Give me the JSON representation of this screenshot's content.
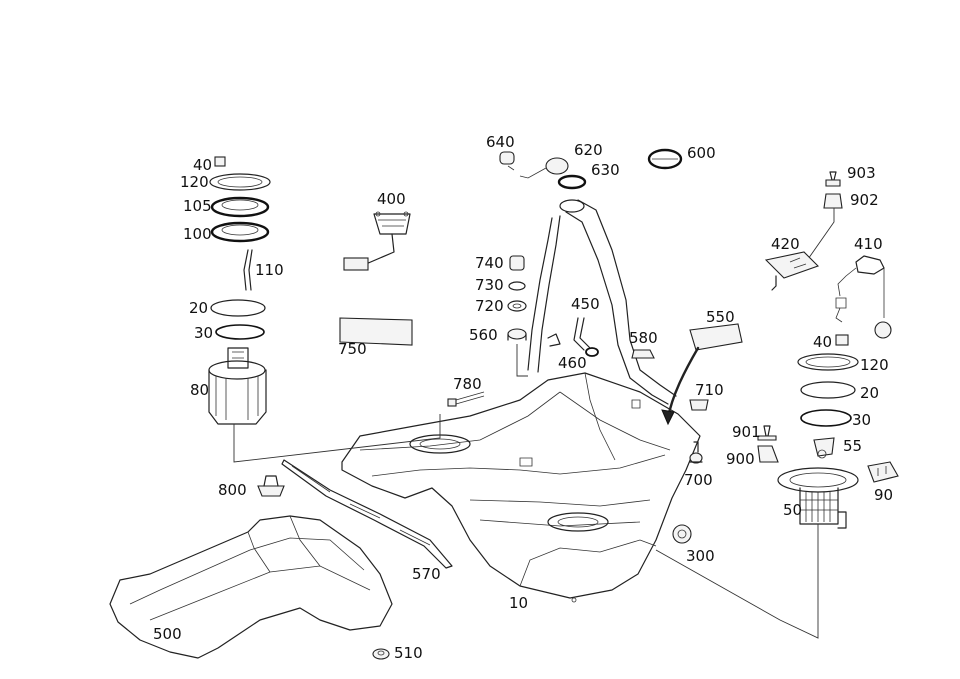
{
  "part_labels": {
    "p10": "10",
    "p20a": "20",
    "p20b": "20",
    "p30a": "30",
    "p30b": "30",
    "p40a": "40",
    "p40b": "40",
    "p50": "50",
    "p55": "55",
    "p80": "80",
    "p90": "90",
    "p100": "100",
    "p105": "105",
    "p110": "110",
    "p120a": "120",
    "p120b": "120",
    "p300": "300",
    "p400": "400",
    "p410": "410",
    "p420": "420",
    "p450": "450",
    "p460": "460",
    "p500": "500",
    "p510": "510",
    "p550": "550",
    "p560": "560",
    "p570": "570",
    "p580": "580",
    "p600": "600",
    "p620": "620",
    "p630": "630",
    "p640": "640",
    "p700": "700",
    "p710": "710",
    "p720": "720",
    "p730": "730",
    "p740": "740",
    "p750": "750",
    "p780": "780",
    "p800": "800",
    "p900": "900",
    "p901": "901",
    "p902": "902",
    "p903": "903"
  }
}
